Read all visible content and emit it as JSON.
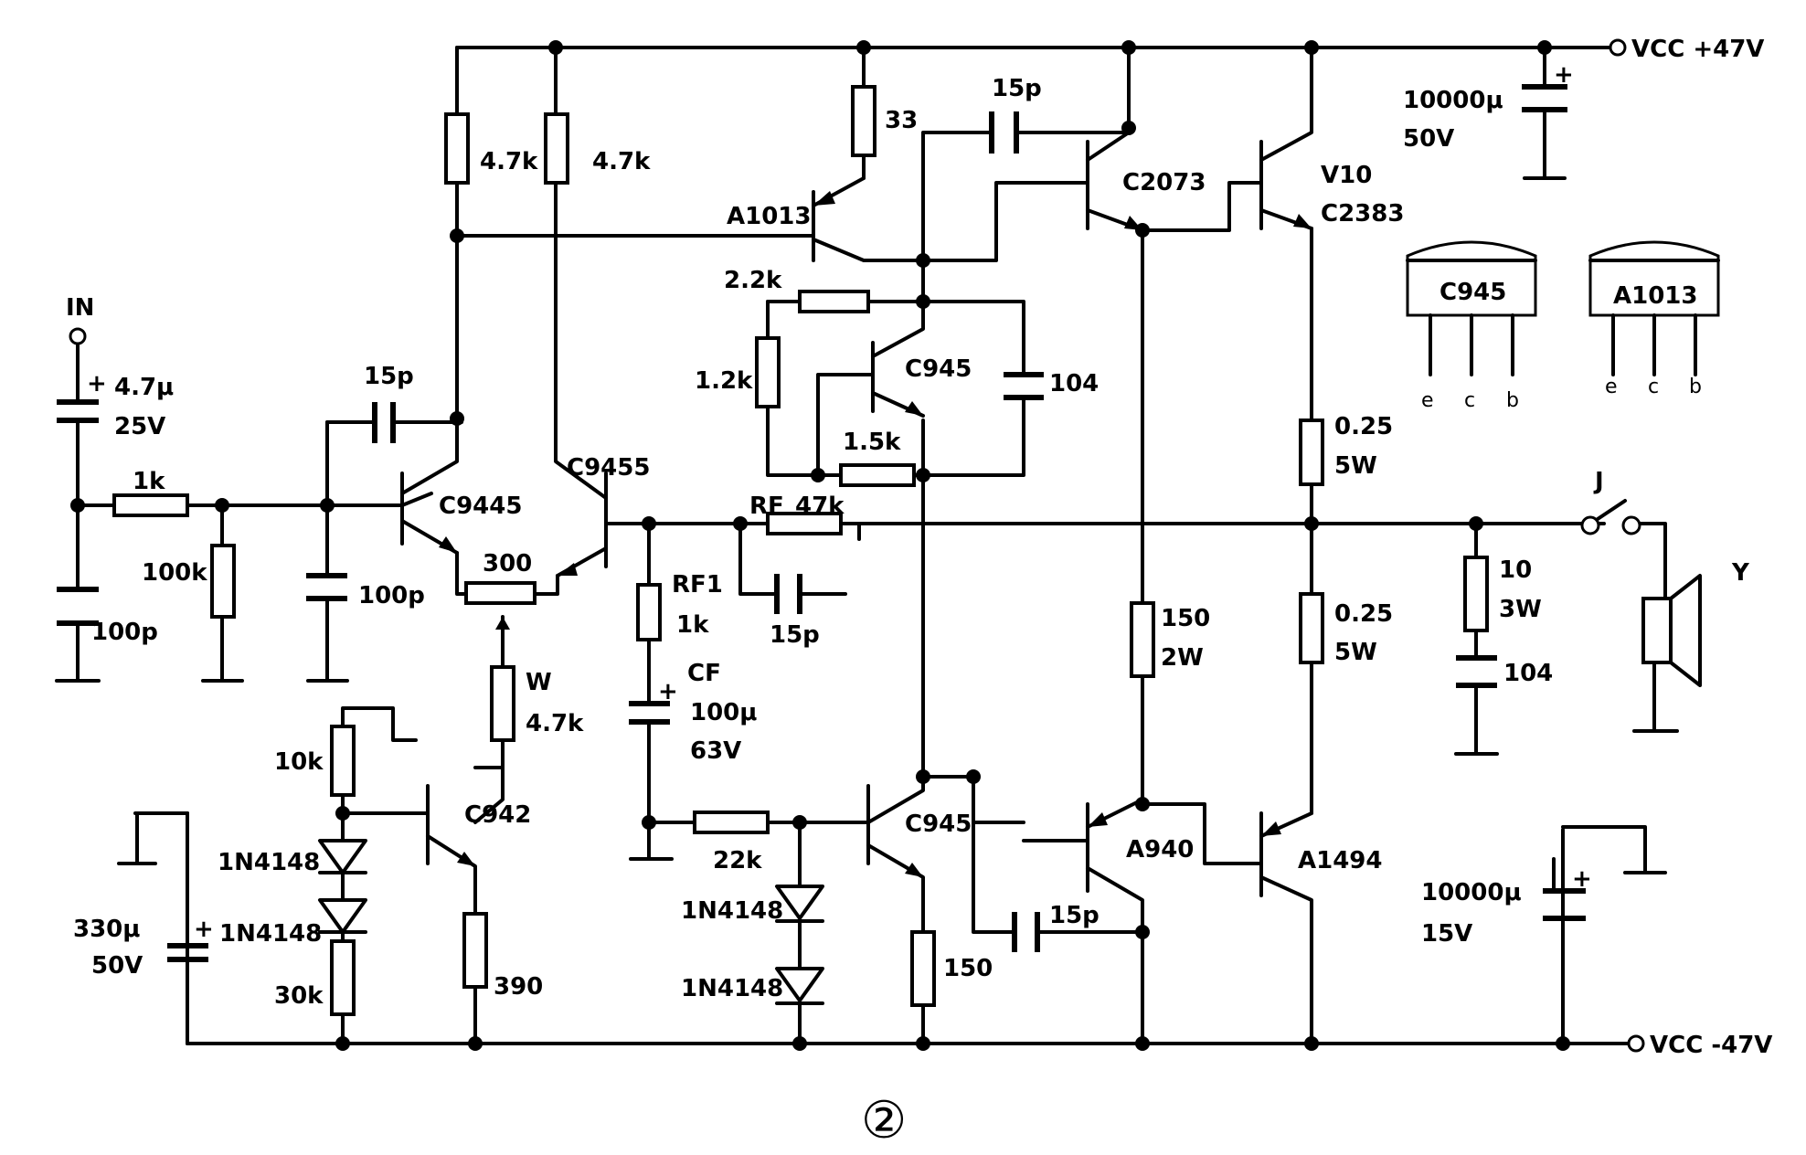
{
  "labels": {
    "in": "IN",
    "vcc_pos": "VCC  +47V",
    "vcc_neg": "VCC  -47V",
    "figure_number": "②",
    "c_in_val": "4.7μ",
    "c_in_volt": "25V",
    "r_1k": "1k",
    "r_100k": "100k",
    "c_100p_in": "100p",
    "c_15p_a": "15p",
    "c_100p_b": "100p",
    "q_c9445": "C9445",
    "q_c9455": "C9455",
    "r_47k_a": "4.7k",
    "r_47k_b": "4.7k",
    "pot_300": "300",
    "r_w": "W",
    "r_w_val": "4.7k",
    "r_10k": "10k",
    "d_1n4148_a": "1N4148",
    "d_1n4148_b": "1N4148",
    "r_30k": "30k",
    "c_330": "330μ",
    "c_330_v": "50V",
    "q_c942": "C942",
    "r_390": "390",
    "q_a1013": "A1013",
    "r_33": "33",
    "c_15p_b": "15p",
    "q_c2073": "C2073",
    "q_v10": "V10",
    "q_c2383": "C2383",
    "r_22k_top": "2.2k",
    "r_12k": "1.2k",
    "q_c945_a": "C945",
    "c_104_a": "104",
    "r_15k": "1.5k",
    "rf": "RF",
    "rf_val": "47k",
    "c_15p_c": "15p",
    "rf1": "RF1",
    "rf1_val": "1k",
    "cf": "CF",
    "cf_val": "100μ",
    "cf_volt": "63V",
    "r_22k": "22k",
    "d_1n4148_c": "1N4148",
    "d_1n4148_d": "1N4148",
    "q_c945_b": "C945",
    "r_150_a": "150",
    "c_15p_d": "15p",
    "q_a940": "A940",
    "r_150_b": "150",
    "r_150_b_w": "2W",
    "r_025_a": "0.25",
    "r_025_a_w": "5W",
    "r_025_b": "0.25",
    "r_025_b_w": "5W",
    "q_a1494": "A1494",
    "c_10000_pos": "10000μ",
    "c_10000_pos_v": "50V",
    "c_10000_neg": "10000μ",
    "c_10000_neg_v": "15V",
    "r_10": "10",
    "r_10_w": "3W",
    "c_104_b": "104",
    "switch_j": "J",
    "speaker_y": "Y",
    "pkg_c945": "C945",
    "pkg_a1013": "A1013",
    "pin_e": "e",
    "pin_c": "c",
    "pin_b": "b"
  }
}
